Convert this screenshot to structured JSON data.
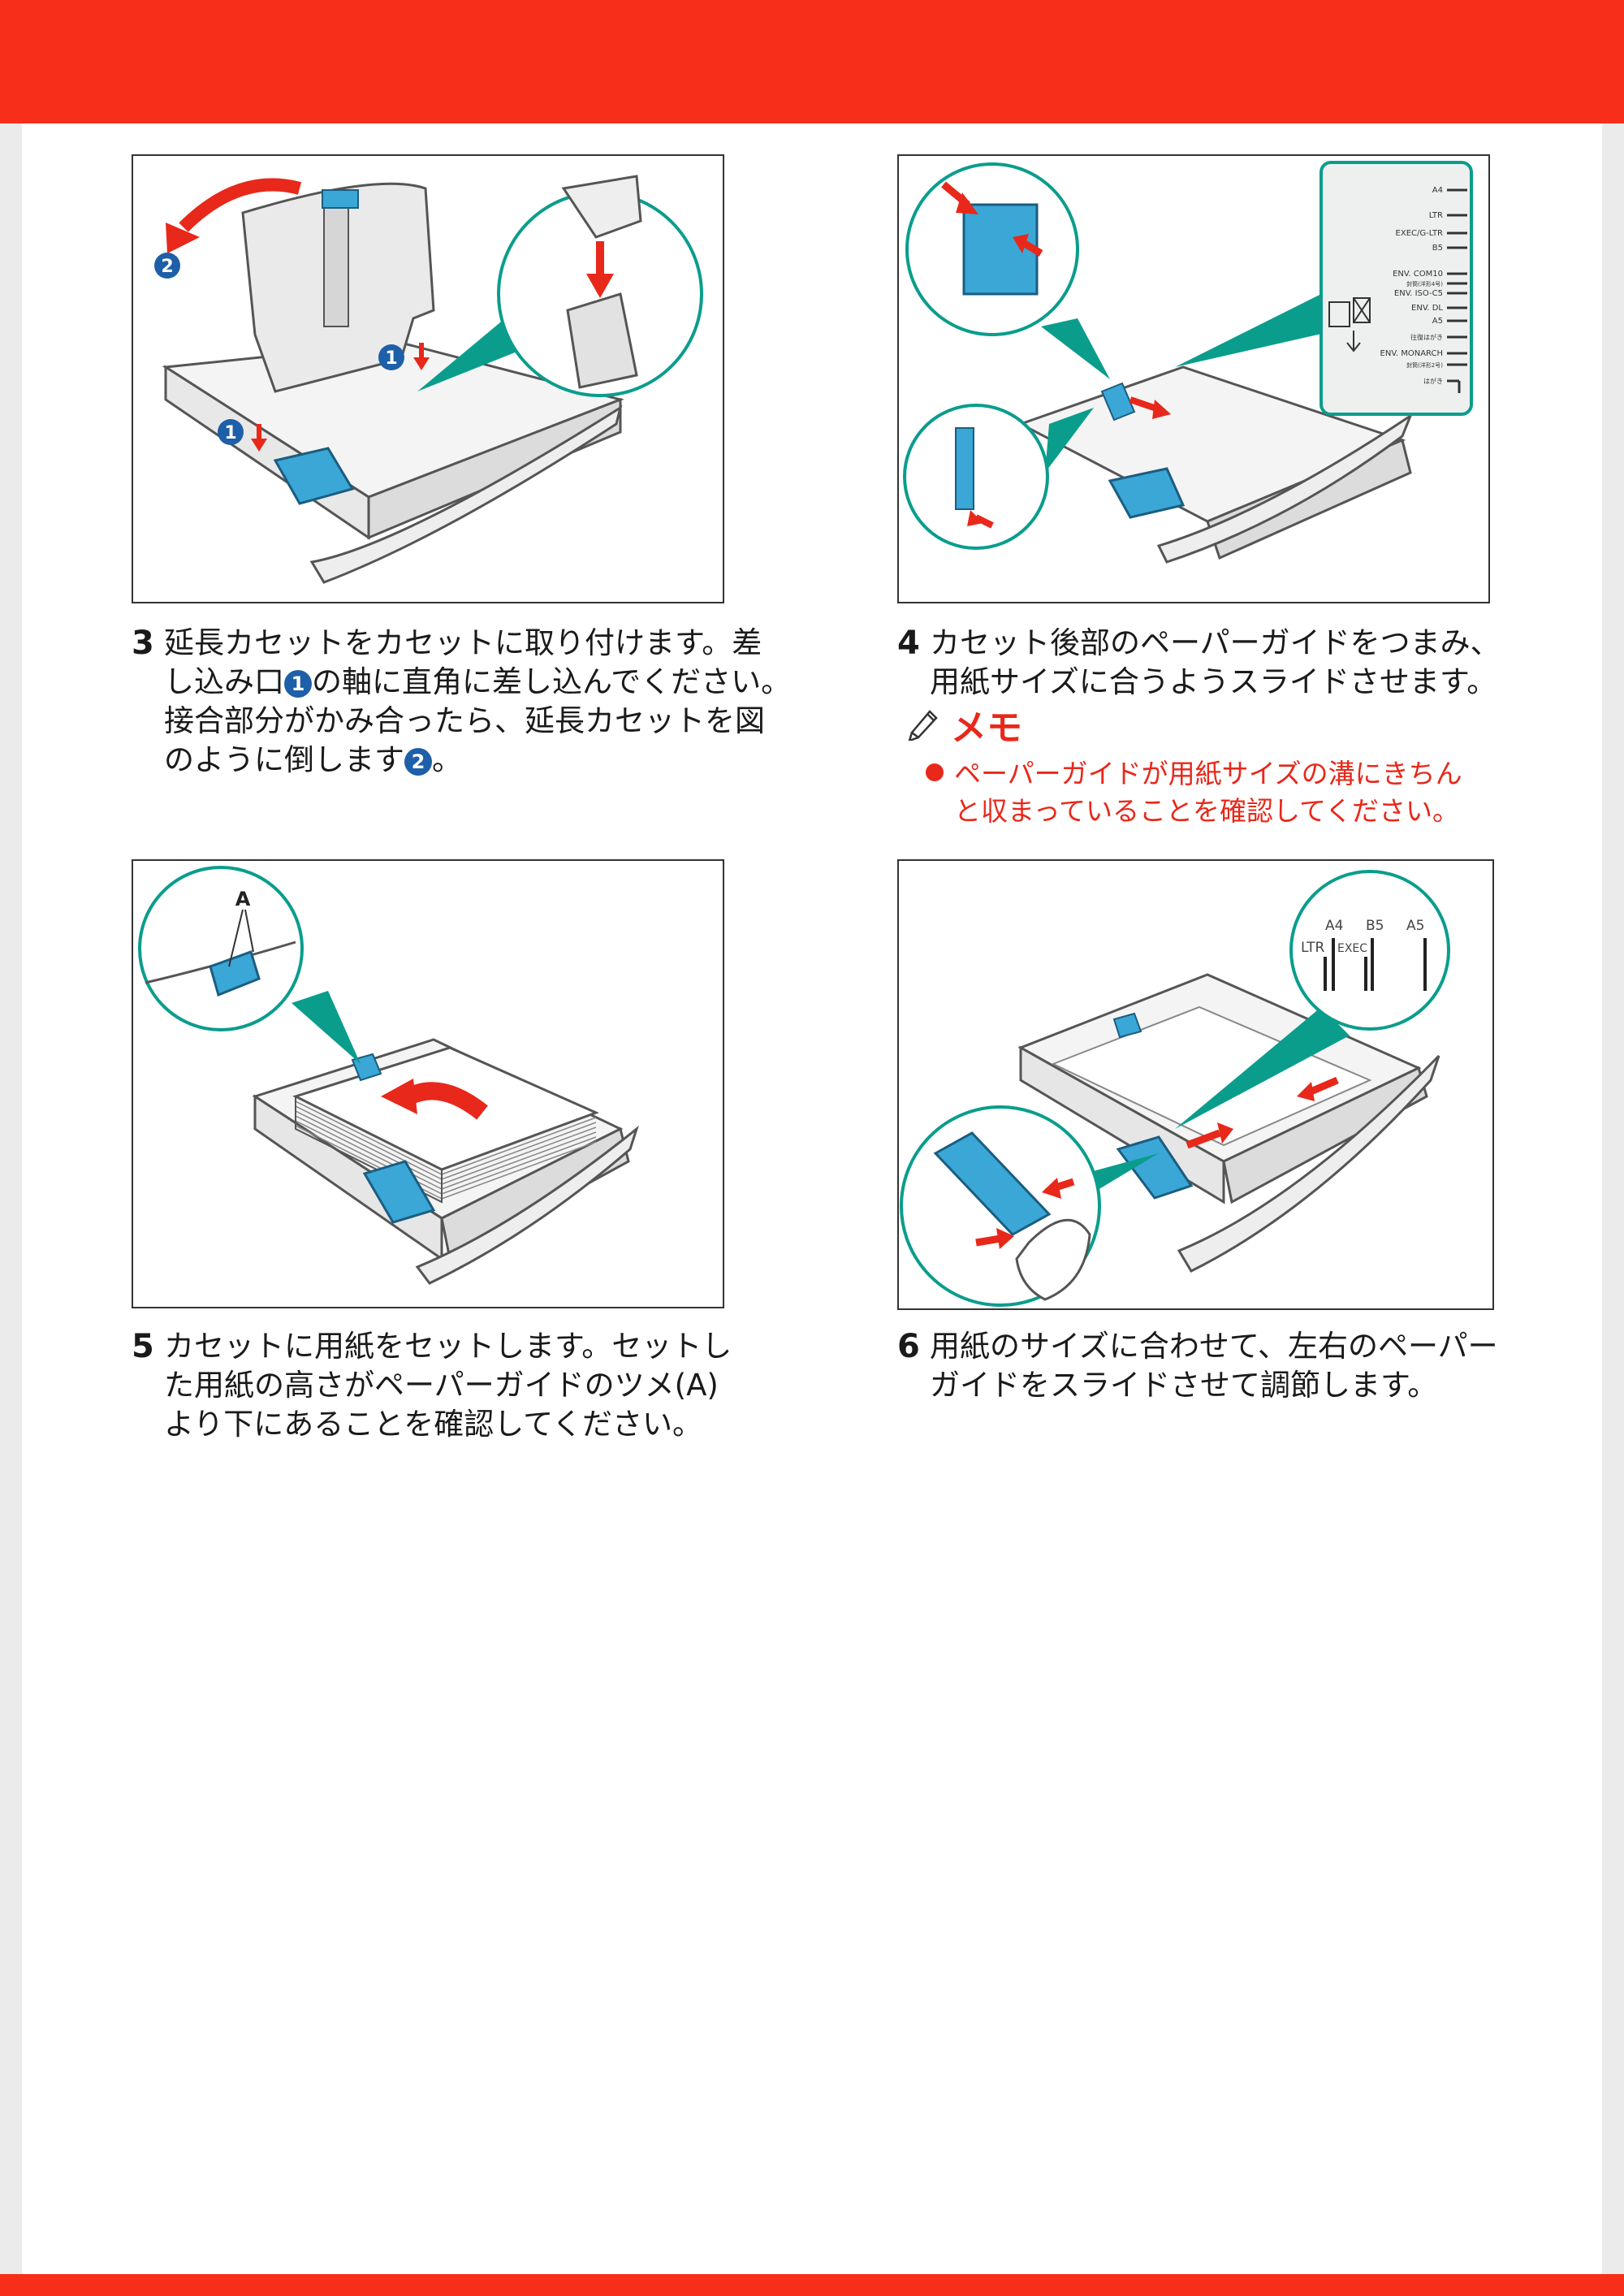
{
  "steps": {
    "s3": {
      "num": "3",
      "text": "延長カセットをカセットに取り付けます。差\nし込み口",
      "text2": "の軸に直角に差し込んでください。\n接合部分がかみ合ったら、延長カセットを図\nのように倒します",
      "text3": "。",
      "badge1": "1",
      "badge2": "2"
    },
    "s4": {
      "num": "4",
      "text": "カセット後部のペーパーガイドをつまみ、\n用紙サイズに合うようスライドさせます。"
    },
    "s5": {
      "num": "5",
      "text": "カセットに用紙をセットします。セットし\nた用紙の高さがペーパーガイドのツメ(A)\nより下にあることを確認してください。"
    },
    "s6": {
      "num": "6",
      "text": "用紙のサイズに合わせて、左右のペーパー\nガイドをスライドさせて調節します。"
    }
  },
  "memo": {
    "title": "メモ",
    "body": "ペーパーガイドが用紙サイズの溝にきちん\nと収まっていることを確認してください。"
  },
  "fig1": {
    "callout1": "1",
    "callout2": "2"
  },
  "fig2": {
    "scale_labels": [
      "A4",
      "LTR",
      "EXEC/G-LTR",
      "B5",
      "ENV. COM10",
      "封筒(洋形4号)",
      "ENV. ISO-C5",
      "ENV. DL",
      "A5",
      "往復はがき",
      "ENV. MONARCH",
      "封筒(洋形2号)",
      "はがき"
    ]
  },
  "fig3": {
    "label_a": "A"
  },
  "fig4": {
    "scale_top": [
      "A4",
      "B5",
      "A5"
    ],
    "scale_bottom": [
      "LTR",
      "EXEC"
    ]
  },
  "colors": {
    "accent_red": "#f72e1a",
    "guide_blue": "#3aa7d6",
    "callout_teal": "#0a9d8c",
    "badge_blue": "#1d5fa8"
  }
}
